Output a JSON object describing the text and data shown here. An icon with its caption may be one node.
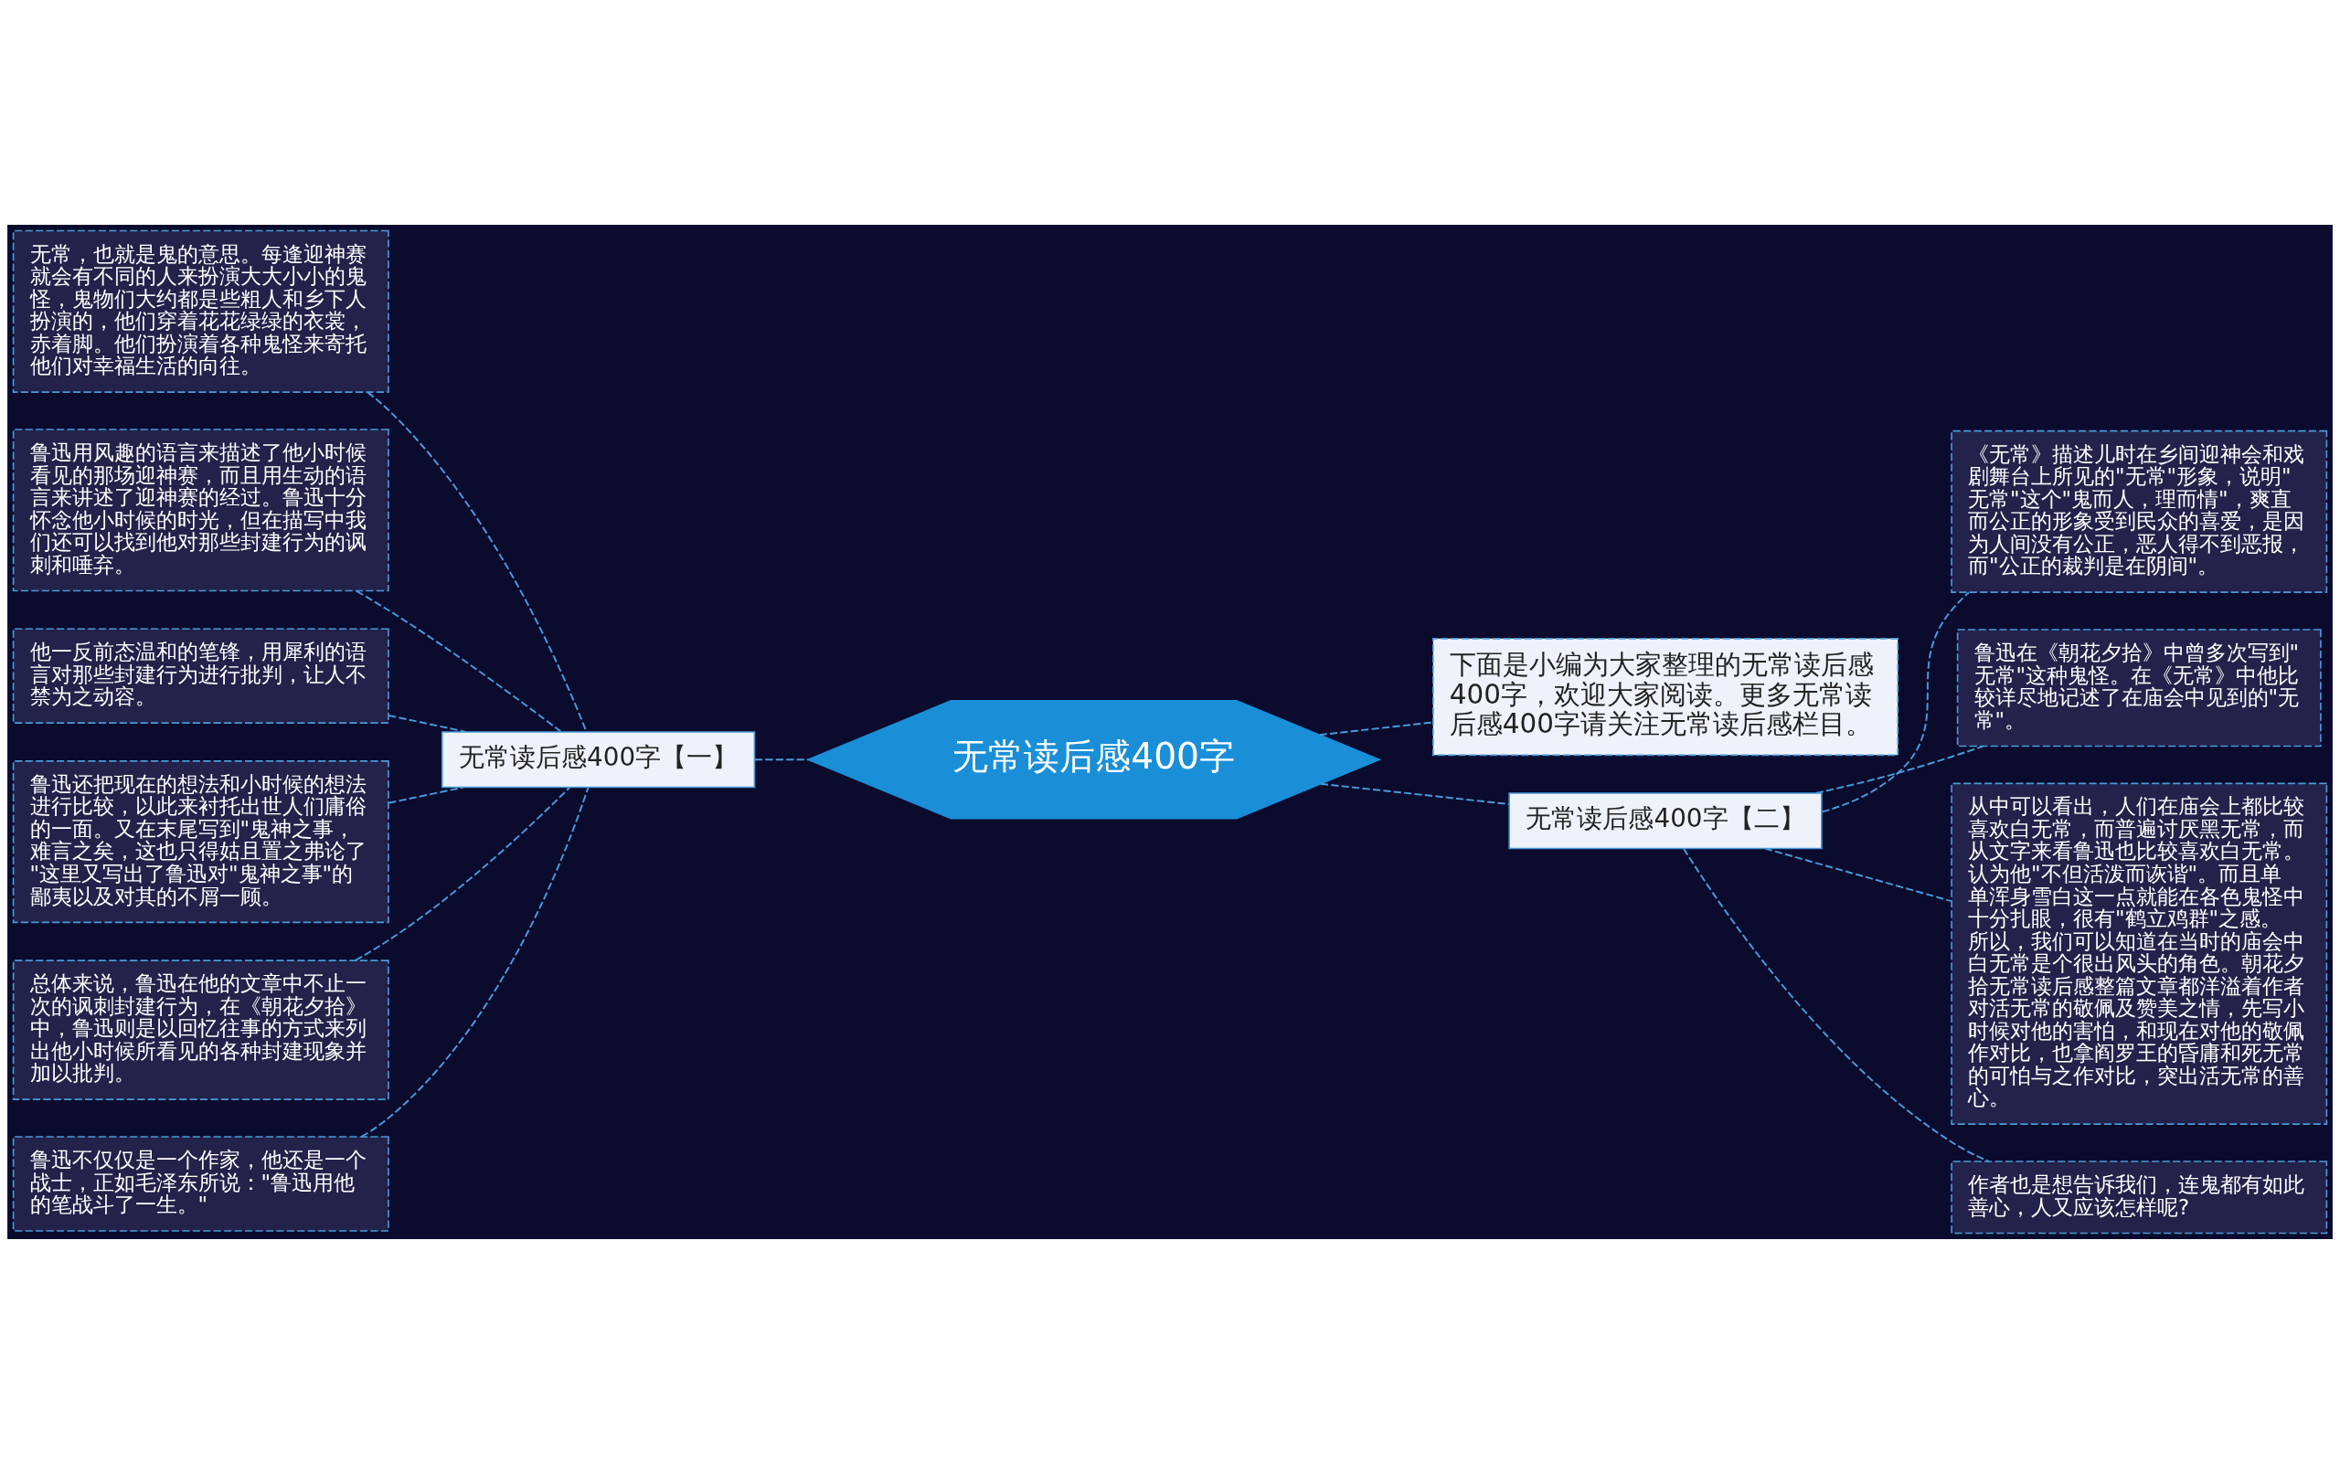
{
  "diagram": {
    "nodes": [
      {
        "text": [
          "无常读后感400字"
        ]
      },
      {
        "text": [
          "无常读后感400字【一】"
        ]
      },
      {
        "text": [
          "无常，也就是鬼的意思。每逢迎神赛就会有不同的人来扮演大大小小的鬼怪，鬼物们大约都是些粗人和乡下人扮演的，他们穿着花花绿绿的衣裳，赤着脚。他们扮演着各种鬼怪来寄托他们对幸福生活的向往。"
        ]
      },
      {
        "text": [
          "鲁迅用风趣的语言来描述了他小时候看见的那场迎神赛，而且用生动的语言来讲述了迎神赛的经过。鲁迅十分怀念他小时候的时光，但在描写中我们还可以找到他对那些封建行为的讽刺和唾弃。"
        ]
      },
      {
        "text": [
          "他一反前态温和的笔锋，用犀利的语言对那些封建行为进行批判，让人不禁为之动容。"
        ]
      },
      {
        "text": [
          "鲁迅还把现在的想法和小时候的想法进行比较，以此来衬托出世人们庸俗的一面。又在末尾写到\"鬼神之事，难言之矣，这也只得姑且置之弗论了\"这里又写出了鲁迅对\"鬼神之事\"的鄙夷以及对其的不屑一顾。"
        ]
      },
      {
        "text": [
          "总体来说，鲁迅在他的文章中不止一次的讽刺封建行为，在《朝花夕拾》中，鲁迅则是以回忆往事的方式来列出他小时候所看见的各种封建现象并加以批判。"
        ]
      },
      {
        "text": [
          "鲁迅不仅仅是一个作家，他还是一个战士，正如毛泽东所说：\"鲁迅用他的笔战斗了一生。\""
        ]
      },
      {
        "text": [
          "下面是小编为大家整理的无常读后感400字，欢迎大家阅读。更多无常读后感400字请关注无常读后感栏目。"
        ]
      },
      {
        "text": [
          "无常读后感400字【二】"
        ]
      },
      {
        "text": [
          "《无常》描述儿时在乡间迎神会和戏剧舞台上所见的\"无常\"形象，说明\"无常\"这个\"鬼而人，理而情\"，爽直而公正的形象受到民众的喜爱，是因为人间没有公正，恶人得不到恶报，而\"公正的裁判是在阴间\"。"
        ]
      },
      {
        "text": [
          "鲁迅在《朝花夕拾》中曾多次写到\"无常\"这种鬼怪。在《无常》中他比较详尽地记述了在庙会中见到的\"无常\"。"
        ]
      },
      {
        "text": [
          "从中可以看出，人们在庙会上都比较喜欢白无常，而普遍讨厌黑无常，而从文字来看鲁迅也比较喜欢白无常。认为他\"不但活泼而诙谐\"。而且单单浑身雪白这一点就能在各色鬼怪中十分扎眼，很有\"鹤立鸡群\"之感。所以，我们可以知道在当时的庙会中白无常是个很出风头的角色。朝花夕拾无常读后感整篇文章都洋溢着作者对活无常的敬佩及赞美之情，先写小时候对他的害怕，和现在对他的敬佩作对比，也拿阎罗王的昏庸和死无常的可怕与之作对比，突出活无常的善心。"
        ]
      },
      {
        "text": [
          "作者也是想告诉我们，连鬼都有如此善心，人又应该怎样呢?"
        ]
      }
    ],
    "edges": [
      {
        "from": 0,
        "to": 1,
        "arrow": "none",
        "style": "dashed"
      },
      {
        "from": 1,
        "to": 2,
        "arrow": "none",
        "style": "dashed"
      },
      {
        "from": 1,
        "to": 3,
        "arrow": "none",
        "style": "dashed"
      },
      {
        "from": 1,
        "to": 4,
        "arrow": "none",
        "style": "dashed"
      },
      {
        "from": 1,
        "to": 5,
        "arrow": "none",
        "style": "dashed"
      },
      {
        "from": 1,
        "to": 6,
        "arrow": "none",
        "style": "dashed"
      },
      {
        "from": 1,
        "to": 7,
        "arrow": "none",
        "style": "dashed"
      },
      {
        "from": 0,
        "to": 8,
        "arrow": "none",
        "style": "dashed"
      },
      {
        "from": 0,
        "to": 9,
        "arrow": "none",
        "style": "dashed"
      },
      {
        "from": 9,
        "to": 10,
        "arrow": "none",
        "style": "dashed"
      },
      {
        "from": 9,
        "to": 11,
        "arrow": "none",
        "style": "dashed"
      },
      {
        "from": 9,
        "to": 12,
        "arrow": "none",
        "style": "dashed"
      },
      {
        "from": 9,
        "to": 13,
        "arrow": "none",
        "style": "dashed"
      }
    ]
  }
}
